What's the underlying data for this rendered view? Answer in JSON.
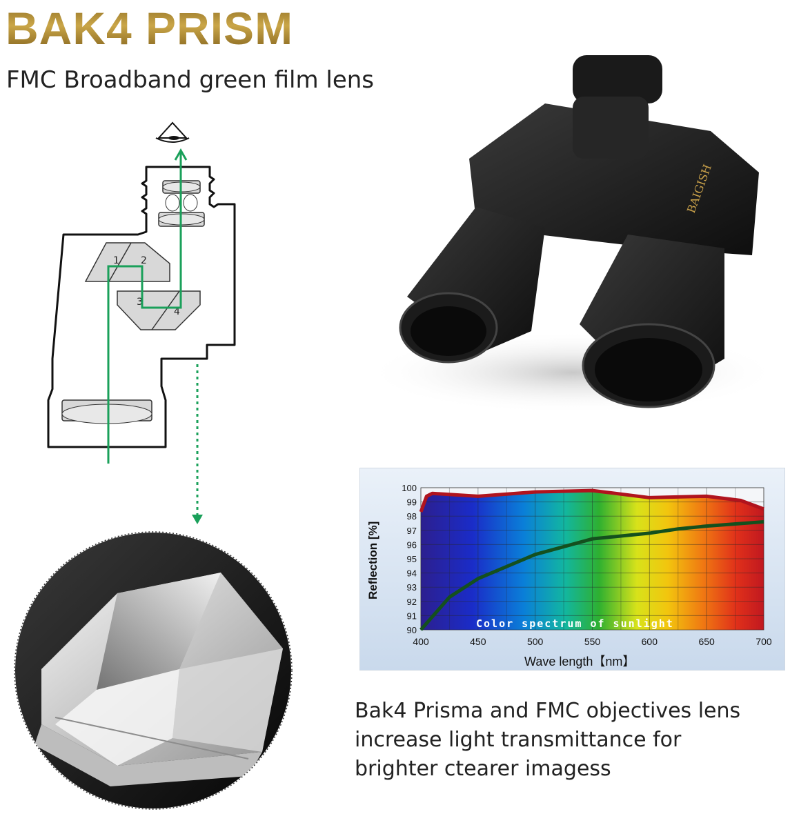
{
  "heading": {
    "title": "BAK4 PRISM",
    "subtitle": "FMC Broadband green film lens"
  },
  "diagram": {
    "prism_labels": [
      "1",
      "2",
      "3",
      "4"
    ],
    "colors": {
      "beam": "#1aa05a",
      "prism": "#d8d8d8",
      "outline": "#111111"
    }
  },
  "binoculars": {
    "brand": "BAIGISH"
  },
  "chart_data": {
    "type": "line",
    "xlabel": "Wave length【nm】",
    "ylabel": "Reflection [%]",
    "xlim": [
      400,
      700
    ],
    "ylim": [
      90,
      100
    ],
    "x_ticks": [
      400,
      450,
      500,
      550,
      600,
      650,
      700
    ],
    "y_ticks": [
      90,
      91,
      92,
      93,
      94,
      95,
      96,
      97,
      98,
      99,
      100
    ],
    "grid": true,
    "annotation": "Color spectrum of sunlight",
    "series": [
      {
        "color": "#b0141e",
        "x": [
          400,
          405,
          410,
          450,
          500,
          550,
          600,
          650,
          680,
          700
        ],
        "y": [
          98.3,
          99.4,
          99.6,
          99.4,
          99.7,
          99.8,
          99.3,
          99.4,
          99.1,
          98.5
        ]
      },
      {
        "color": "#14501e",
        "x": [
          400,
          425,
          450,
          500,
          550,
          600,
          625,
          650,
          700
        ],
        "y": [
          90.0,
          92.3,
          93.6,
          95.3,
          96.4,
          96.8,
          97.1,
          97.3,
          97.6
        ]
      }
    ]
  },
  "caption": {
    "line1": "Bak4 Prisma and FMC objectives lens",
    "line2": "increase light transmittance for",
    "line3": "brighter ctearer imagess"
  }
}
